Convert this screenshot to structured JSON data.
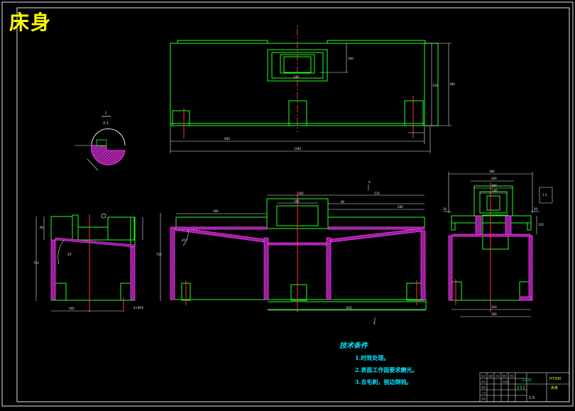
{
  "drawing": {
    "title": "床身",
    "detail_label_top": "I",
    "detail_label_scale": "2:1",
    "tech_notes": {
      "title": "技术条件",
      "items": [
        "1.时效处理。",
        "2.表面工作面要求磨光。",
        "3.去毛刺，锐边倒钝。"
      ]
    },
    "title_block": {
      "drawing_no": "CZ31",
      "part_name": "床身",
      "material": "HT200",
      "scale": "1:5"
    }
  },
  "colors": {
    "outline": "#22ff22",
    "dimension": "#e6e6e6",
    "hatch": "#ff33ff",
    "centerline": "#ff3333",
    "title": "#ffff00",
    "notes": "#00e5ff",
    "frame": "#e6e6e6"
  }
}
